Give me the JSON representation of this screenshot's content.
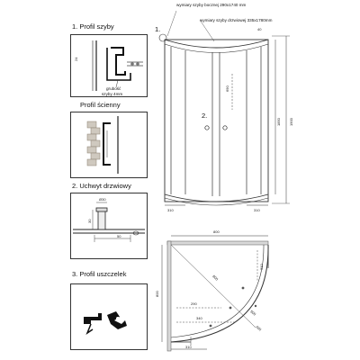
{
  "panels": {
    "profil_szyby": {
      "title": "1. Profil szyby",
      "dim_height": "24",
      "glass_label_line1": "grubość",
      "glass_label_line2": "szyby 4mm"
    },
    "profil_scienny": {
      "title": "Profil ścienny"
    },
    "uchwyt": {
      "title": "2. Uchwyt drzwiowy",
      "dim_diameter": "Ø30",
      "dim_height": "30",
      "dim_length": "50"
    },
    "uszczelek": {
      "title": "3. Profil uszczelek"
    }
  },
  "front": {
    "marker_1": "1.",
    "marker_2": "2.",
    "note_side": "wymiary szyby bocznej 290x1740 mm",
    "note_door": "wymiary szyby drzwiowej 335x1780mm",
    "dim_top": "40",
    "dim_door_mid": "690",
    "dim_total_height": "1900",
    "dim_side_inner": "1850",
    "dim_bottom_left": "310",
    "dim_bottom_right": "310"
  },
  "plan": {
    "dim_top": "800",
    "dim_side": "800",
    "dim_radius": "800",
    "dim_right_top": "310",
    "dim_290": "290",
    "dim_340": "340",
    "dim_bottom_310": "310",
    "dim_diag_1": "500",
    "dim_diag_2": "490"
  }
}
